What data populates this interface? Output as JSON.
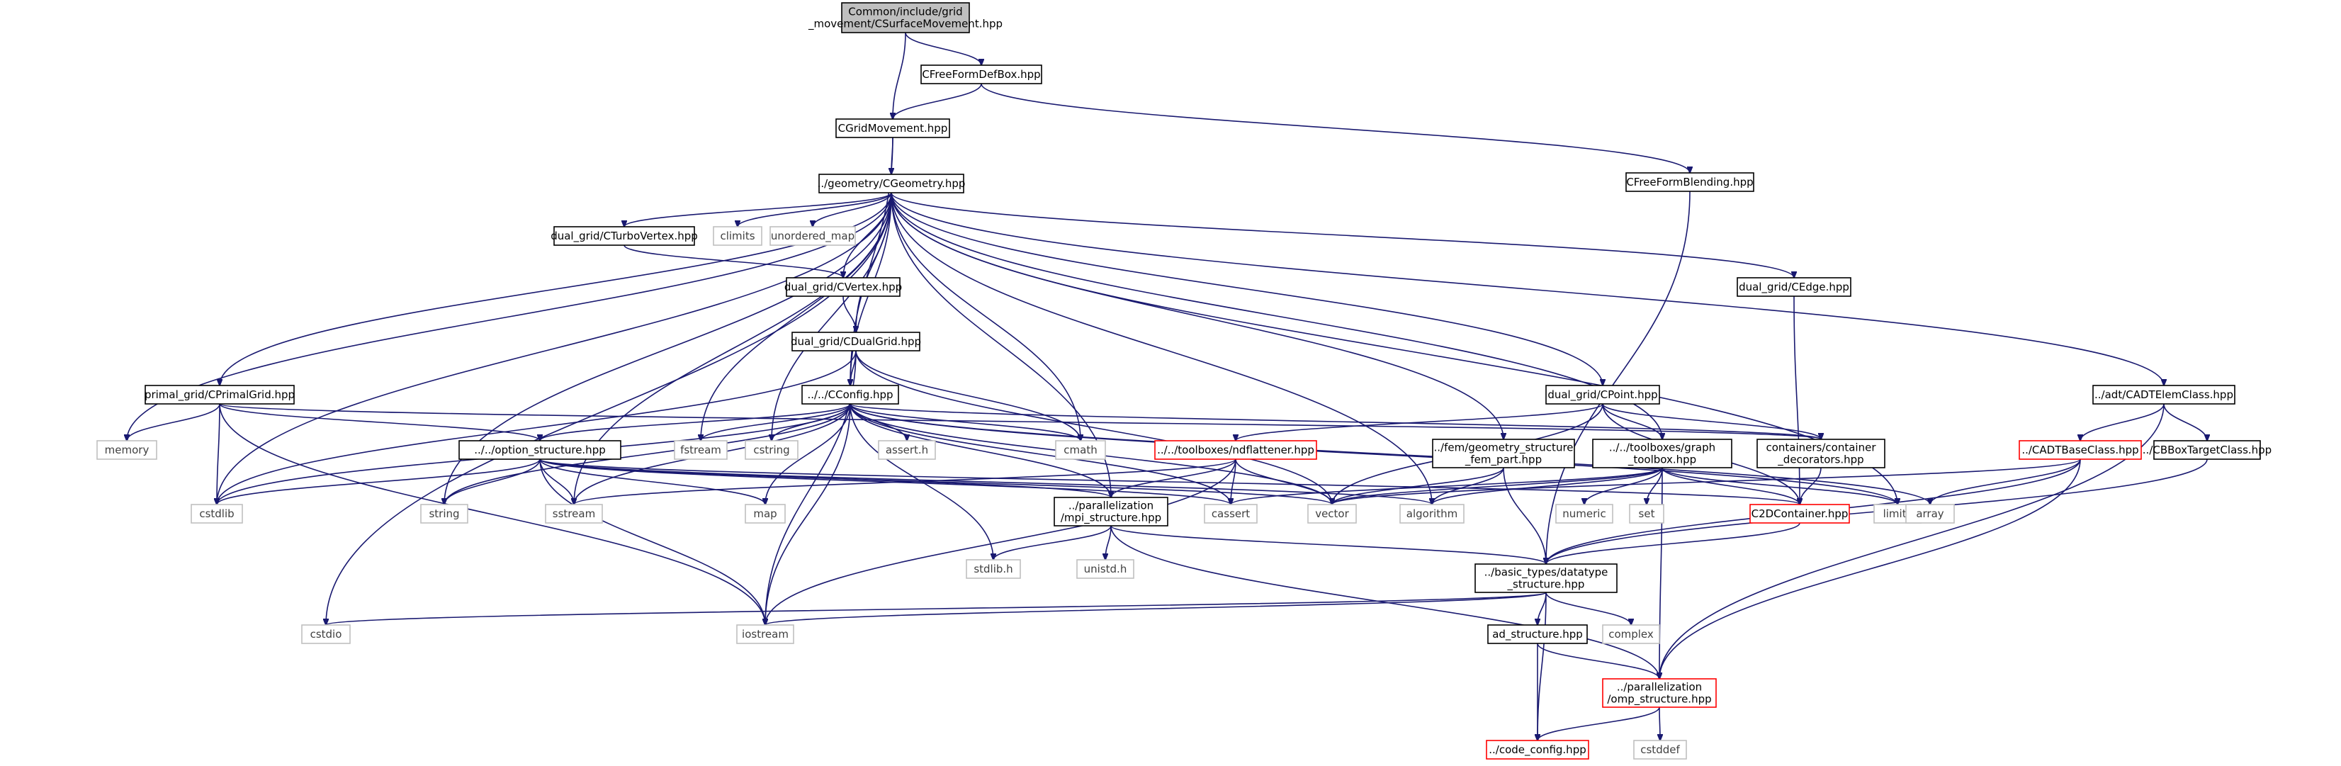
{
  "graph": {
    "type": "include-dependency-graph",
    "colors": {
      "edge": "#191970",
      "root_fill": "#bfbfbf",
      "local_border": "#000000",
      "system_border": "#bfbfbf",
      "truncated_border": "#ff0000"
    },
    "nodes": [
      {
        "id": "root",
        "kind": "root",
        "lines": [
          "Common/include/grid",
          "_movement/CSurfaceMovement.hpp"
        ]
      },
      {
        "id": "ffdbox",
        "kind": "local",
        "lines": [
          "CFreeFormDefBox.hpp"
        ]
      },
      {
        "id": "gridmov",
        "kind": "local",
        "lines": [
          "CGridMovement.hpp"
        ]
      },
      {
        "id": "ffblend",
        "kind": "local",
        "lines": [
          "CFreeFormBlending.hpp"
        ]
      },
      {
        "id": "cgeom",
        "kind": "local",
        "lines": [
          "../geometry/CGeometry.hpp"
        ]
      },
      {
        "id": "turbovertex",
        "kind": "local",
        "lines": [
          "dual_grid/CTurboVertex.hpp"
        ]
      },
      {
        "id": "climits",
        "kind": "system",
        "lines": [
          "climits"
        ]
      },
      {
        "id": "unordered_map",
        "kind": "system",
        "lines": [
          "unordered_map"
        ]
      },
      {
        "id": "vertex",
        "kind": "local",
        "lines": [
          "dual_grid/CVertex.hpp"
        ]
      },
      {
        "id": "dualgrid",
        "kind": "local",
        "lines": [
          "dual_grid/CDualGrid.hpp"
        ]
      },
      {
        "id": "cedge",
        "kind": "local",
        "lines": [
          "dual_grid/CEdge.hpp"
        ]
      },
      {
        "id": "primalgrid",
        "kind": "local",
        "lines": [
          "primal_grid/CPrimalGrid.hpp"
        ]
      },
      {
        "id": "cconfig",
        "kind": "local",
        "lines": [
          "../../CConfig.hpp"
        ]
      },
      {
        "id": "cpoint",
        "kind": "local",
        "lines": [
          "dual_grid/CPoint.hpp"
        ]
      },
      {
        "id": "adtelem",
        "kind": "local",
        "lines": [
          "../adt/CADTElemClass.hpp"
        ]
      },
      {
        "id": "memory",
        "kind": "system",
        "lines": [
          "memory"
        ]
      },
      {
        "id": "optstruct",
        "kind": "local",
        "lines": [
          "../../option_structure.hpp"
        ]
      },
      {
        "id": "fstream",
        "kind": "system",
        "lines": [
          "fstream"
        ]
      },
      {
        "id": "cstring",
        "kind": "system",
        "lines": [
          "cstring"
        ]
      },
      {
        "id": "asserth",
        "kind": "system",
        "lines": [
          "assert.h"
        ]
      },
      {
        "id": "cmath",
        "kind": "system",
        "lines": [
          "cmath"
        ]
      },
      {
        "id": "ndflat",
        "kind": "truncated",
        "lines": [
          "../../toolboxes/ndflattener.hpp"
        ]
      },
      {
        "id": "femgeom",
        "kind": "local",
        "lines": [
          "../fem/geometry_structure",
          "_fem_part.hpp"
        ]
      },
      {
        "id": "graphtb",
        "kind": "local",
        "lines": [
          "../../toolboxes/graph",
          "_toolbox.hpp"
        ]
      },
      {
        "id": "contdec",
        "kind": "local",
        "lines": [
          "containers/container",
          "_decorators.hpp"
        ]
      },
      {
        "id": "adtbase",
        "kind": "truncated",
        "lines": [
          "../CADTBaseClass.hpp"
        ]
      },
      {
        "id": "bbox",
        "kind": "local",
        "lines": [
          "../CBBoxTargetClass.hpp"
        ]
      },
      {
        "id": "cstdlib",
        "kind": "system",
        "lines": [
          "cstdlib"
        ]
      },
      {
        "id": "string",
        "kind": "system",
        "lines": [
          "string"
        ]
      },
      {
        "id": "sstream",
        "kind": "system",
        "lines": [
          "sstream"
        ]
      },
      {
        "id": "map",
        "kind": "system",
        "lines": [
          "map"
        ]
      },
      {
        "id": "mpistruct",
        "kind": "local",
        "lines": [
          "../parallelization",
          "/mpi_structure.hpp"
        ]
      },
      {
        "id": "cassert",
        "kind": "system",
        "lines": [
          "cassert"
        ]
      },
      {
        "id": "vector",
        "kind": "system",
        "lines": [
          "vector"
        ]
      },
      {
        "id": "algorithm",
        "kind": "system",
        "lines": [
          "algorithm"
        ]
      },
      {
        "id": "numeric",
        "kind": "system",
        "lines": [
          "numeric"
        ]
      },
      {
        "id": "set",
        "kind": "system",
        "lines": [
          "set"
        ]
      },
      {
        "id": "c2d",
        "kind": "truncated",
        "lines": [
          "C2DContainer.hpp"
        ]
      },
      {
        "id": "limits",
        "kind": "system",
        "lines": [
          "limits"
        ]
      },
      {
        "id": "array",
        "kind": "system",
        "lines": [
          "array"
        ]
      },
      {
        "id": "stdlibh",
        "kind": "system",
        "lines": [
          "stdlib.h"
        ]
      },
      {
        "id": "unistdh",
        "kind": "system",
        "lines": [
          "unistd.h"
        ]
      },
      {
        "id": "datatype",
        "kind": "local",
        "lines": [
          "../basic_types/datatype",
          "_structure.hpp"
        ]
      },
      {
        "id": "cstdio",
        "kind": "system",
        "lines": [
          "cstdio"
        ]
      },
      {
        "id": "iostream",
        "kind": "system",
        "lines": [
          "iostream"
        ]
      },
      {
        "id": "adstruct",
        "kind": "local",
        "lines": [
          "ad_structure.hpp"
        ]
      },
      {
        "id": "complex",
        "kind": "system",
        "lines": [
          "complex"
        ]
      },
      {
        "id": "ompstruct",
        "kind": "truncated",
        "lines": [
          "../parallelization",
          "/omp_structure.hpp"
        ]
      },
      {
        "id": "codeconfig",
        "kind": "truncated",
        "lines": [
          "../code_config.hpp"
        ]
      },
      {
        "id": "cstddef",
        "kind": "system",
        "lines": [
          "cstddef"
        ]
      }
    ],
    "edges": [
      [
        "root",
        "ffdbox"
      ],
      [
        "root",
        "gridmov"
      ],
      [
        "ffdbox",
        "gridmov"
      ],
      [
        "ffdbox",
        "ffblend"
      ],
      [
        "gridmov",
        "cgeom"
      ],
      [
        "gridmov",
        "cconfig"
      ],
      [
        "ffblend",
        "datatype"
      ],
      [
        "cgeom",
        "turbovertex"
      ],
      [
        "cgeom",
        "climits"
      ],
      [
        "cgeom",
        "unordered_map"
      ],
      [
        "cgeom",
        "vertex"
      ],
      [
        "cgeom",
        "dualgrid"
      ],
      [
        "cgeom",
        "cedge"
      ],
      [
        "cgeom",
        "primalgrid"
      ],
      [
        "cgeom",
        "cconfig"
      ],
      [
        "cgeom",
        "cpoint"
      ],
      [
        "cgeom",
        "adtelem"
      ],
      [
        "cgeom",
        "memory"
      ],
      [
        "cgeom",
        "cstdlib"
      ],
      [
        "cgeom",
        "string"
      ],
      [
        "cgeom",
        "sstream"
      ],
      [
        "cgeom",
        "cstring"
      ],
      [
        "cgeom",
        "fstream"
      ],
      [
        "cgeom",
        "cmath"
      ],
      [
        "cgeom",
        "mpistruct"
      ],
      [
        "cgeom",
        "femgeom"
      ],
      [
        "cgeom",
        "graphtb"
      ],
      [
        "cgeom",
        "algorithm"
      ],
      [
        "cgeom",
        "limits"
      ],
      [
        "cgeom",
        "cstdio"
      ],
      [
        "turbovertex",
        "vertex"
      ],
      [
        "vertex",
        "dualgrid"
      ],
      [
        "dualgrid",
        "cconfig"
      ],
      [
        "dualgrid",
        "cstdlib"
      ],
      [
        "dualgrid",
        "iostream"
      ],
      [
        "dualgrid",
        "cmath"
      ],
      [
        "dualgrid",
        "vector"
      ],
      [
        "cedge",
        "c2d"
      ],
      [
        "primalgrid",
        "memory"
      ],
      [
        "primalgrid",
        "cstdlib"
      ],
      [
        "primalgrid",
        "iostream"
      ],
      [
        "primalgrid",
        "optstruct"
      ],
      [
        "primalgrid",
        "contdec"
      ],
      [
        "cconfig",
        "optstruct"
      ],
      [
        "cconfig",
        "fstream"
      ],
      [
        "cconfig",
        "cstring"
      ],
      [
        "cconfig",
        "asserth"
      ],
      [
        "cconfig",
        "cmath"
      ],
      [
        "cconfig",
        "contdec"
      ],
      [
        "cconfig",
        "cstdlib"
      ],
      [
        "cconfig",
        "string"
      ],
      [
        "cconfig",
        "sstream"
      ],
      [
        "cconfig",
        "map"
      ],
      [
        "cconfig",
        "mpistruct"
      ],
      [
        "cconfig",
        "cassert"
      ],
      [
        "cconfig",
        "vector"
      ],
      [
        "cconfig",
        "stdlibh"
      ],
      [
        "cconfig",
        "iostream"
      ],
      [
        "cconfig",
        "limits"
      ],
      [
        "cconfig",
        "array"
      ],
      [
        "cpoint",
        "ndflat"
      ],
      [
        "cpoint",
        "graphtb"
      ],
      [
        "cpoint",
        "contdec"
      ],
      [
        "cpoint",
        "c2d"
      ],
      [
        "cpoint",
        "vector"
      ],
      [
        "adtelem",
        "adtbase"
      ],
      [
        "adtelem",
        "bbox"
      ],
      [
        "adtelem",
        "ompstruct"
      ],
      [
        "optstruct",
        "cstdlib"
      ],
      [
        "optstruct",
        "string"
      ],
      [
        "optstruct",
        "sstream"
      ],
      [
        "optstruct",
        "map"
      ],
      [
        "optstruct",
        "mpistruct"
      ],
      [
        "optstruct",
        "cassert"
      ],
      [
        "optstruct",
        "vector"
      ],
      [
        "optstruct",
        "algorithm"
      ],
      [
        "optstruct",
        "iostream"
      ],
      [
        "optstruct",
        "c2d"
      ],
      [
        "ndflat",
        "mpistruct"
      ],
      [
        "ndflat",
        "cassert"
      ],
      [
        "ndflat",
        "vector"
      ],
      [
        "ndflat",
        "sstream"
      ],
      [
        "ndflat",
        "iostream"
      ],
      [
        "femgeom",
        "vector"
      ],
      [
        "femgeom",
        "algorithm"
      ],
      [
        "femgeom",
        "datatype"
      ],
      [
        "graphtb",
        "vector"
      ],
      [
        "graphtb",
        "algorithm"
      ],
      [
        "graphtb",
        "cassert"
      ],
      [
        "graphtb",
        "numeric"
      ],
      [
        "graphtb",
        "set"
      ],
      [
        "graphtb",
        "c2d"
      ],
      [
        "graphtb",
        "limits"
      ],
      [
        "graphtb",
        "ompstruct"
      ],
      [
        "contdec",
        "c2d"
      ],
      [
        "adtbase",
        "vector"
      ],
      [
        "adtbase",
        "array"
      ],
      [
        "adtbase",
        "datatype"
      ],
      [
        "adtbase",
        "ompstruct"
      ],
      [
        "bbox",
        "datatype"
      ],
      [
        "c2d",
        "datatype"
      ],
      [
        "mpistruct",
        "stdlibh"
      ],
      [
        "mpistruct",
        "unistdh"
      ],
      [
        "mpistruct",
        "datatype"
      ],
      [
        "mpistruct",
        "ompstruct"
      ],
      [
        "datatype",
        "cstdio"
      ],
      [
        "datatype",
        "iostream"
      ],
      [
        "datatype",
        "adstruct"
      ],
      [
        "datatype",
        "complex"
      ],
      [
        "datatype",
        "codeconfig"
      ],
      [
        "adstruct",
        "ompstruct"
      ],
      [
        "adstruct",
        "codeconfig"
      ],
      [
        "ompstruct",
        "codeconfig"
      ],
      [
        "ompstruct",
        "cstddef"
      ]
    ]
  }
}
